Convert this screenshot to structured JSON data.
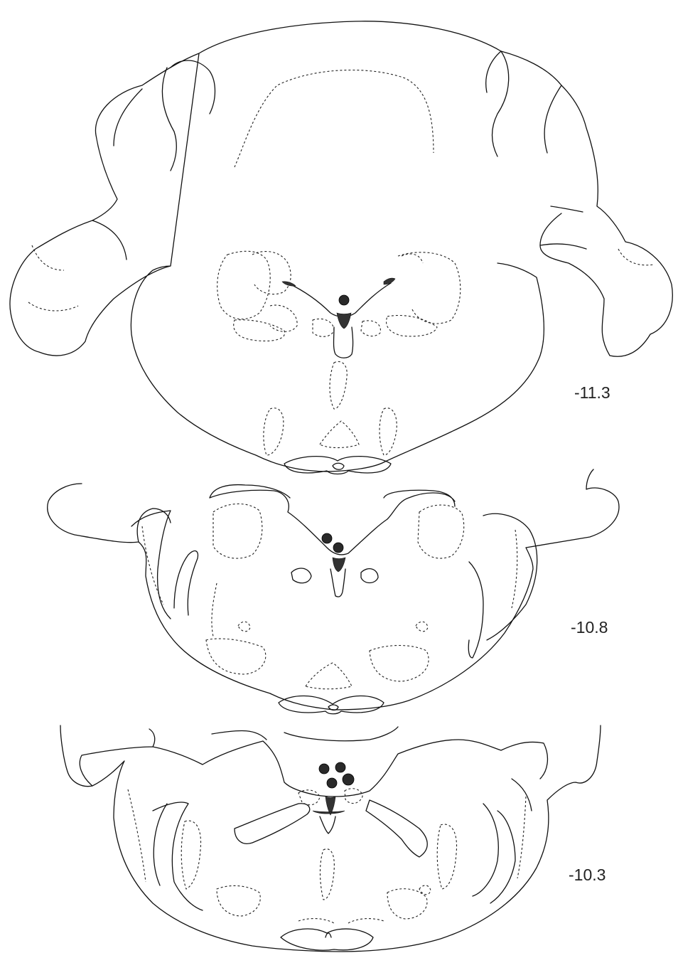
{
  "figure": {
    "sections": [
      {
        "id": "section-top",
        "level_label": "-11.3",
        "marker_count": 1
      },
      {
        "id": "section-middle",
        "level_label": "-10.8",
        "marker_count": 2
      },
      {
        "id": "section-bottom",
        "level_label": "-10.3",
        "marker_count": 4
      }
    ],
    "colors": {
      "outline": "#111111",
      "marker": "#2a2a2a",
      "background": "#ffffff"
    }
  }
}
